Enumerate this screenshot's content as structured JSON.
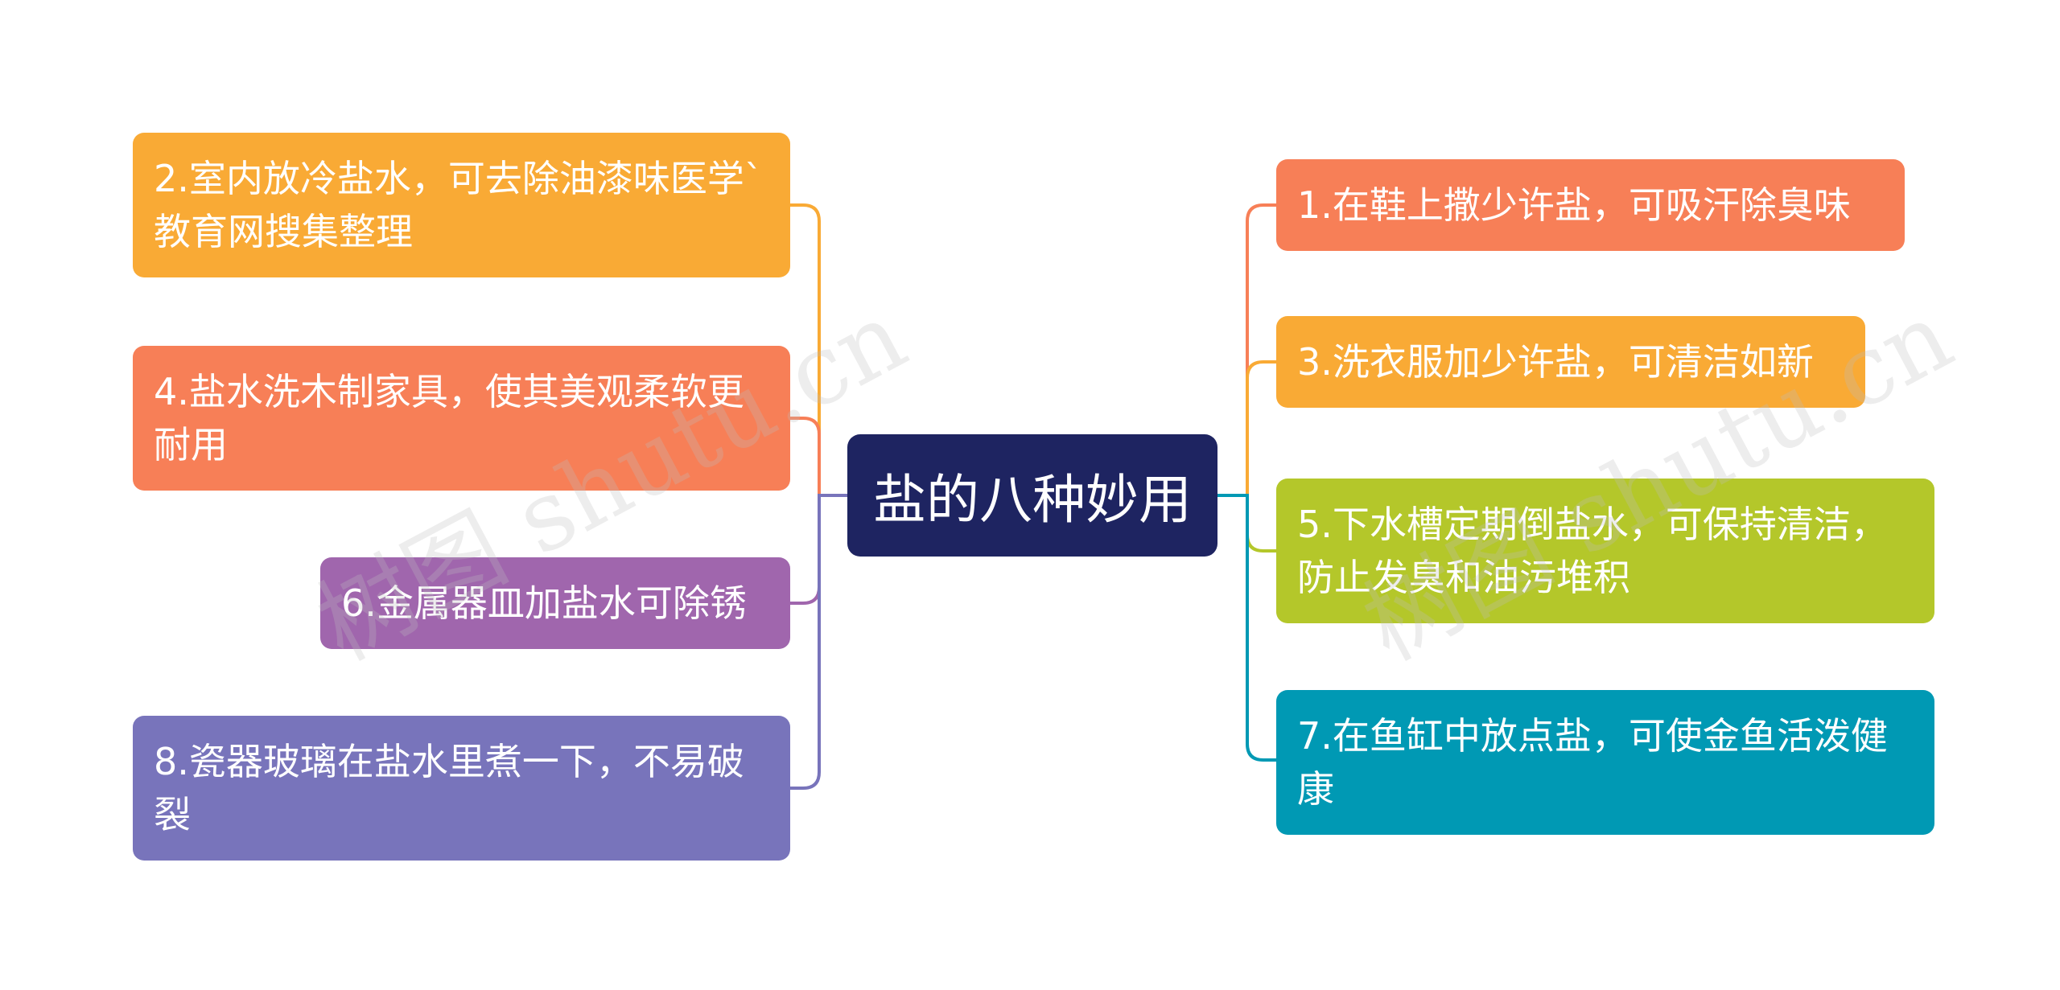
{
  "root": {
    "label": "盐的八种妙用"
  },
  "left_nodes": [
    {
      "label": "2.室内放冷盐水，可去除油漆味医学`教育网搜集整理",
      "color": "#f9aa35"
    },
    {
      "label": "4.盐水洗木制家具，使其美观柔软更耐用",
      "color": "#f77f57"
    },
    {
      "label": "6.金属器皿加盐水可除锈",
      "color": "#a066ad"
    },
    {
      "label": "8.瓷器玻璃在盐水里煮一下，不易破裂",
      "color": "#7874bb"
    }
  ],
  "right_nodes": [
    {
      "label": "1.在鞋上撒少许盐，可吸汗除臭味",
      "color": "#f77f57"
    },
    {
      "label": "3.洗衣服加少许盐，可清洁如新",
      "color": "#f9aa35"
    },
    {
      "label": "5.下水槽定期倒盐水，可保持清洁，防止发臭和油污堆积",
      "color": "#b4c72a"
    },
    {
      "label": "7.在鱼缸中放点盐，可使金鱼活泼健康",
      "color": "#0099b4"
    }
  ],
  "watermark": "树图 shutu.cn"
}
